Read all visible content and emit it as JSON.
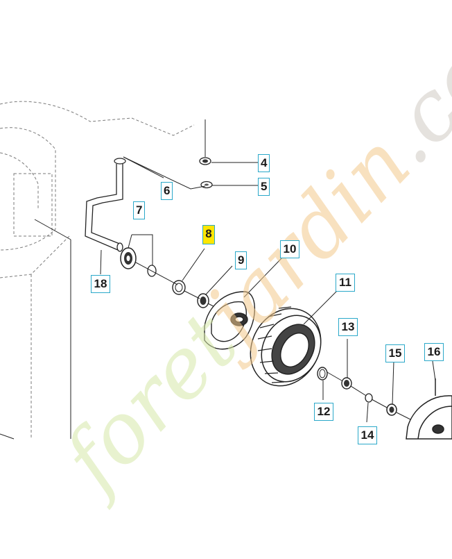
{
  "diagram": {
    "callouts": [
      {
        "id": "c4",
        "label": "4"
      },
      {
        "id": "c5",
        "label": "5"
      },
      {
        "id": "c6",
        "label": "6"
      },
      {
        "id": "c7",
        "label": "7"
      },
      {
        "id": "c8",
        "label": "8",
        "highlight": true
      },
      {
        "id": "c9",
        "label": "9"
      },
      {
        "id": "c10",
        "label": "10"
      },
      {
        "id": "c11",
        "label": "11"
      },
      {
        "id": "c12",
        "label": "12"
      },
      {
        "id": "c13",
        "label": "13"
      },
      {
        "id": "c14",
        "label": "14"
      },
      {
        "id": "c15",
        "label": "15"
      },
      {
        "id": "c16",
        "label": "16"
      },
      {
        "id": "c18",
        "label": "18"
      }
    ],
    "colors": {
      "callout_border": "#2aa8c9",
      "highlight": "#ffe600",
      "line": "#222222"
    }
  },
  "watermark": {
    "text_green": "foret",
    "text_orange": "jardin",
    "text_grey": ".com",
    "colors": {
      "green": "#d6e8a8",
      "orange": "#f3c98a",
      "grey": "#cfcac3"
    }
  }
}
